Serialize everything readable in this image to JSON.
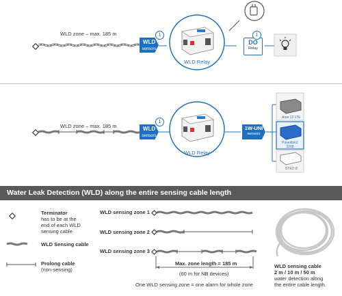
{
  "row1": {
    "zone_label": "WLD zone – max. 185 m",
    "sensor_badge": "WLD",
    "sensor_badge_sub": "sensors",
    "sensor_number": "1",
    "relay_label": "WLD Relay",
    "output_badge": "DO",
    "output_badge_sub": "Relay",
    "output_number": "1"
  },
  "row2": {
    "zone_label": "WLD zone – max. 185 m",
    "sensor_badge": "WLD",
    "sensor_badge_sub": "sensors",
    "sensor_number": "1",
    "relay_label": "WLD Relay",
    "bus_badge": "1W-UNI",
    "bus_badge_sub": "sensors",
    "devices": [
      "Ares 12 LTE",
      "Poseidon2 3268",
      "STE2 r2"
    ]
  },
  "banner": {
    "title": "Water Leak Detection (WLD) along the entire sensing cable length"
  },
  "legend": {
    "terminator_title": "Terminator",
    "terminator_desc": [
      "has to be at the",
      "end of each WLD",
      "sensing cable"
    ],
    "sensing_cable": "WLD Sensing cable",
    "prolong_title": "Prolong cable",
    "prolong_desc": "(non-sensing)"
  },
  "zones": {
    "z1": "WLD sensing zone 1",
    "z2": "WLD sensing zone 2",
    "z3": "WLD sensing zone 3",
    "max_len": "Max. zone length = 185 m",
    "nb_note": "(60 m for NB devices)",
    "alarm_note": "One WLD sensing zone = one alarm for whole zone"
  },
  "product": {
    "title": "WLD sensing cable",
    "sizes": "2 m / 10 m / 50 m",
    "desc1": "water detection along",
    "desc2": "the entire cable length."
  },
  "colors": {
    "accent": "#1f6fc0",
    "banner": "#5a5a5a",
    "cable": "#555555"
  },
  "icons": [
    "terminator-icon",
    "adapter-icon",
    "bulb-icon"
  ]
}
